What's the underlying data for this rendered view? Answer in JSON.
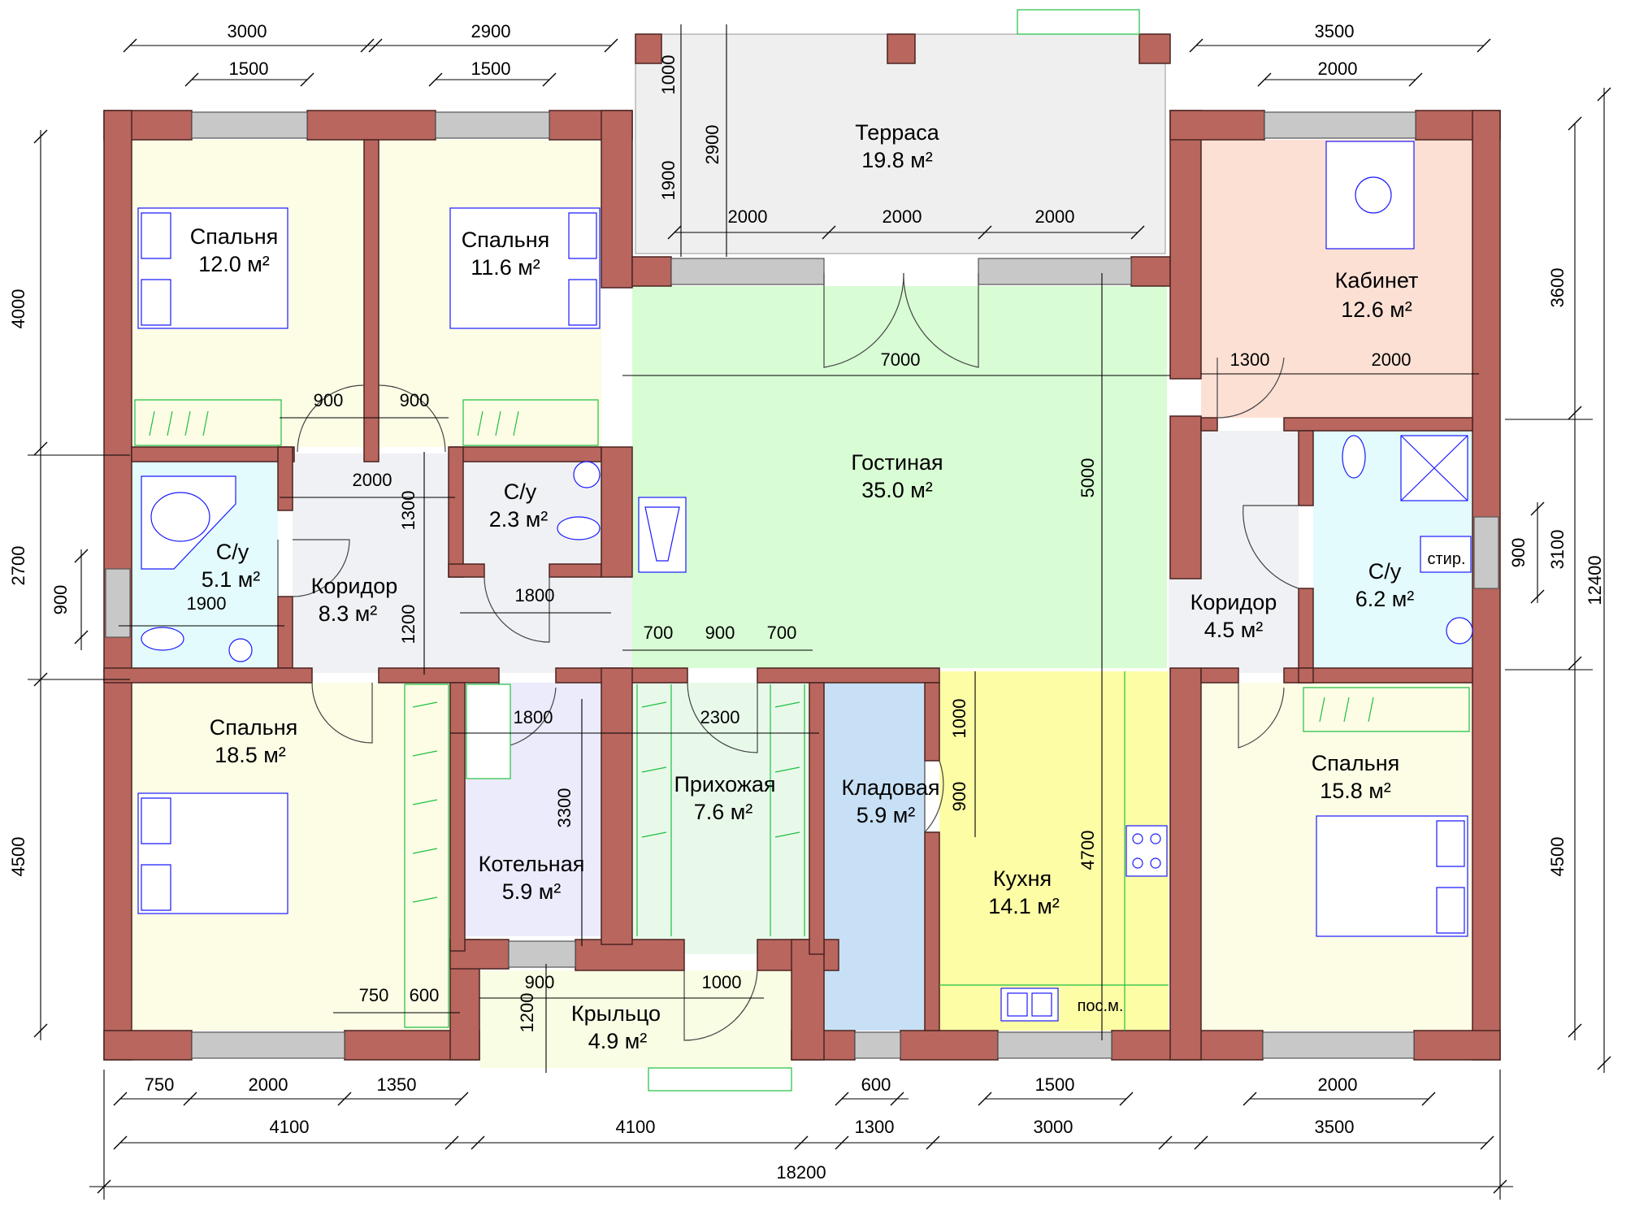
{
  "colors": {
    "wall": "#b8665e",
    "bedroom": "#fdfde6",
    "bathroom": "#e3fbfd",
    "corridor": "#f0f1f4",
    "living": "#d8fcd4",
    "study": "#fde0d4",
    "boiler": "#ecebfc",
    "hall": "#e8f9ea",
    "storage": "#c8e0f5",
    "kitchen": "#fdfda6",
    "porch": "#f8fde4",
    "terrace": "#efefef",
    "plumbing": "#1a1aff"
  },
  "rooms": {
    "terrace": {
      "name": "Терраса",
      "area": "19.8 м²"
    },
    "bedroom1": {
      "name": "Спальня",
      "area": "12.0 м²"
    },
    "bedroom2": {
      "name": "Спальня",
      "area": "11.6 м²"
    },
    "study": {
      "name": "Кабинет",
      "area": "12.6 м²"
    },
    "living": {
      "name": "Гостиная",
      "area": "35.0 м²"
    },
    "bath1": {
      "name": "С/у",
      "area": "5.1 м²"
    },
    "bath2": {
      "name": "С/у",
      "area": "2.3 м²"
    },
    "corridor1": {
      "name": "Коридор",
      "area": "8.3 м²"
    },
    "corridor2": {
      "name": "Коридор",
      "area": "4.5 м²"
    },
    "bath3": {
      "name": "С/у",
      "area": "6.2 м²"
    },
    "bedroom3": {
      "name": "Спальня",
      "area": "18.5 м²"
    },
    "boiler": {
      "name": "Котельная",
      "area": "5.9 м²"
    },
    "hall": {
      "name": "Прихожая",
      "area": "7.6 м²"
    },
    "storage": {
      "name": "Кладовая",
      "area": "5.9 м²"
    },
    "kitchen": {
      "name": "Кухня",
      "area": "14.1 м²"
    },
    "bedroom4": {
      "name": "Спальня",
      "area": "15.8 м²"
    },
    "porch": {
      "name": "Крыльцо",
      "area": "4.9 м²"
    }
  },
  "labels": {
    "laundry": "стир.",
    "dishwasher": "пос.м."
  },
  "dims": {
    "top_3000": "3000",
    "top_2900": "2900",
    "top_3500": "3500",
    "top_1500a": "1500",
    "top_1500b": "1500",
    "top_2000": "2000",
    "ter_1000": "1000",
    "ter_2900": "2900",
    "ter_1900": "1900",
    "ter_2000a": "2000",
    "ter_2000b": "2000",
    "ter_2000c": "2000",
    "left_4000": "4000",
    "left_2700": "2700",
    "left_900": "900",
    "left_4500": "4500",
    "right_3600": "3600",
    "right_3100": "3100",
    "right_900": "900",
    "right_4500": "4500",
    "right_12400": "12400",
    "liv_7000": "7000",
    "liv_5000": "5000",
    "st_1300": "1300",
    "st_2000": "2000",
    "d_900a": "900",
    "d_900b": "900",
    "d_2000": "2000",
    "d_1300v": "1300",
    "d_1900": "1900",
    "d_1200v": "1200",
    "d_1800a": "1800",
    "d_700a": "700",
    "d_900c": "900",
    "d_700b": "700",
    "d_1800b": "1800",
    "d_2300": "2300",
    "d_3300v": "3300",
    "d_1000v": "1000",
    "d_900v": "900",
    "d_4700v": "4700",
    "d_750": "750",
    "d_600": "600",
    "p_900": "900",
    "p_1000": "1000",
    "p_1200v": "1200",
    "bot_750": "750",
    "bot_2000a": "2000",
    "bot_1350": "1350",
    "bot_600": "600",
    "bot_1500": "1500",
    "bot_2000b": "2000",
    "bot_4100a": "4100",
    "bot_4100b": "4100",
    "bot_1300": "1300",
    "bot_3000": "3000",
    "bot_3500": "3500",
    "bot_18200": "18200"
  }
}
